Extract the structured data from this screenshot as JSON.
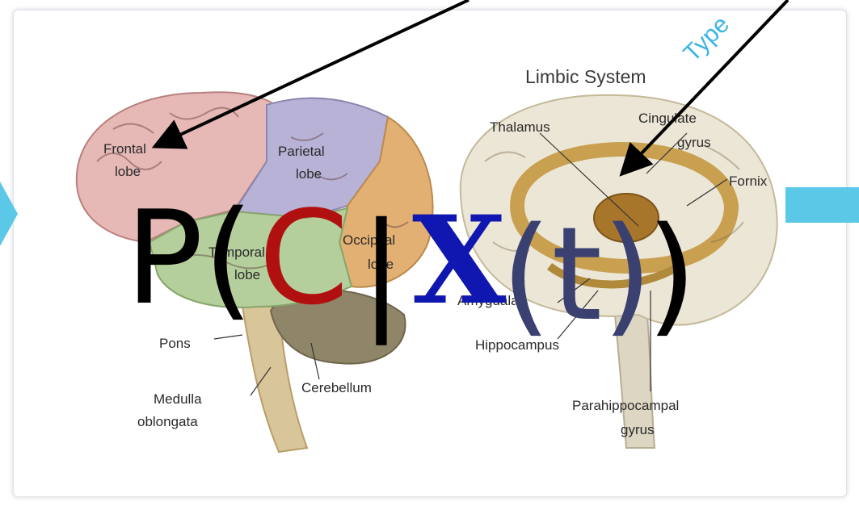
{
  "left_brain": {
    "frontal": [
      "Frontal",
      "lobe"
    ],
    "parietal": [
      "Parietal",
      "lobe"
    ],
    "temporal": [
      "Temporal",
      "lobe"
    ],
    "occipital": [
      "Occipital",
      "lobe"
    ],
    "pons": "Pons",
    "cerebellum": "Cerebellum",
    "medulla": [
      "Medulla",
      "oblongata"
    ]
  },
  "right_brain": {
    "title": "Limbic System",
    "thalamus": "Thalamus",
    "cingulate": [
      "Cingulate",
      "gyrus"
    ],
    "fornix": "Fornix",
    "amygdala": "Amygdala",
    "hippocampus": "Hippocampus",
    "parahippocampal": [
      "Parahippocampal",
      "gyrus"
    ]
  },
  "rotated_text": "Type",
  "equation": {
    "p_open": "P(",
    "c": "C",
    "bar": "|",
    "x": "X",
    "t": "(t)",
    "close": ")"
  },
  "colors": {
    "c_color": "#b01010",
    "x_color": "#1016b0",
    "t_color": "#3a4070",
    "arrow_color": "#5bc8e8",
    "rotated_text_color": "#3bb4e8"
  }
}
